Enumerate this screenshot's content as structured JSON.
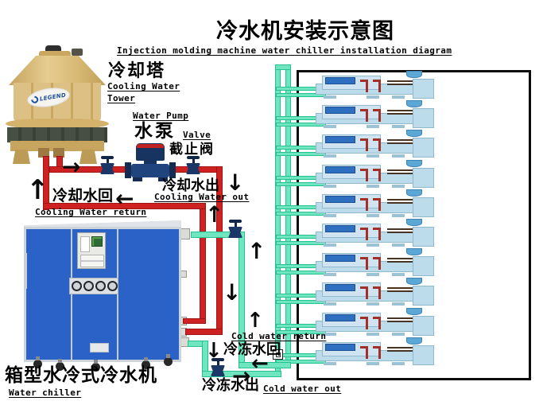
{
  "title": "冷水机安装示意图",
  "subtitle": "Injection molding machine water chiller installation diagram",
  "labels": {
    "tower_cn": "冷却塔",
    "tower_en1": "Cooling Water",
    "tower_en2": "Tower",
    "pump_en": "Water Pump",
    "pump_cn": "水泵",
    "valve_en": "Valve",
    "valve_cn": "截止阀",
    "cooling_out_cn": "冷却水出",
    "cooling_out_en": "Cooling Water out",
    "cooling_return_cn": "冷却水回",
    "cooling_return_en": "Cooling Water return",
    "chiller_cn": "箱型水冷式冷水机",
    "chiller_en": "Water chiller",
    "cold_return_en": "Cold water return",
    "cold_return_cn": "冷冻水回",
    "cold_out_cn": "冷冻水出",
    "cold_out_en": "Cold water out",
    "tower_logo": "LEGEND"
  },
  "icons": {
    "arrow_up": "↑",
    "arrow_down": "↓",
    "arrow_left": "←",
    "arrow_right": "→"
  },
  "colors": {
    "cooling_pipe_red": "#ce2121",
    "chilled_pipe_green": "#6fe5c0",
    "chiller_blue": "#2b62c8",
    "tower_tan": "#d9ba76",
    "machine_body_blue": "#bcdcec",
    "machine_accent_blue": "#2e6fc0",
    "equipment_navy": "#1b3767",
    "frame_black": "#0c0c0c"
  },
  "machines": {
    "count": 10
  }
}
